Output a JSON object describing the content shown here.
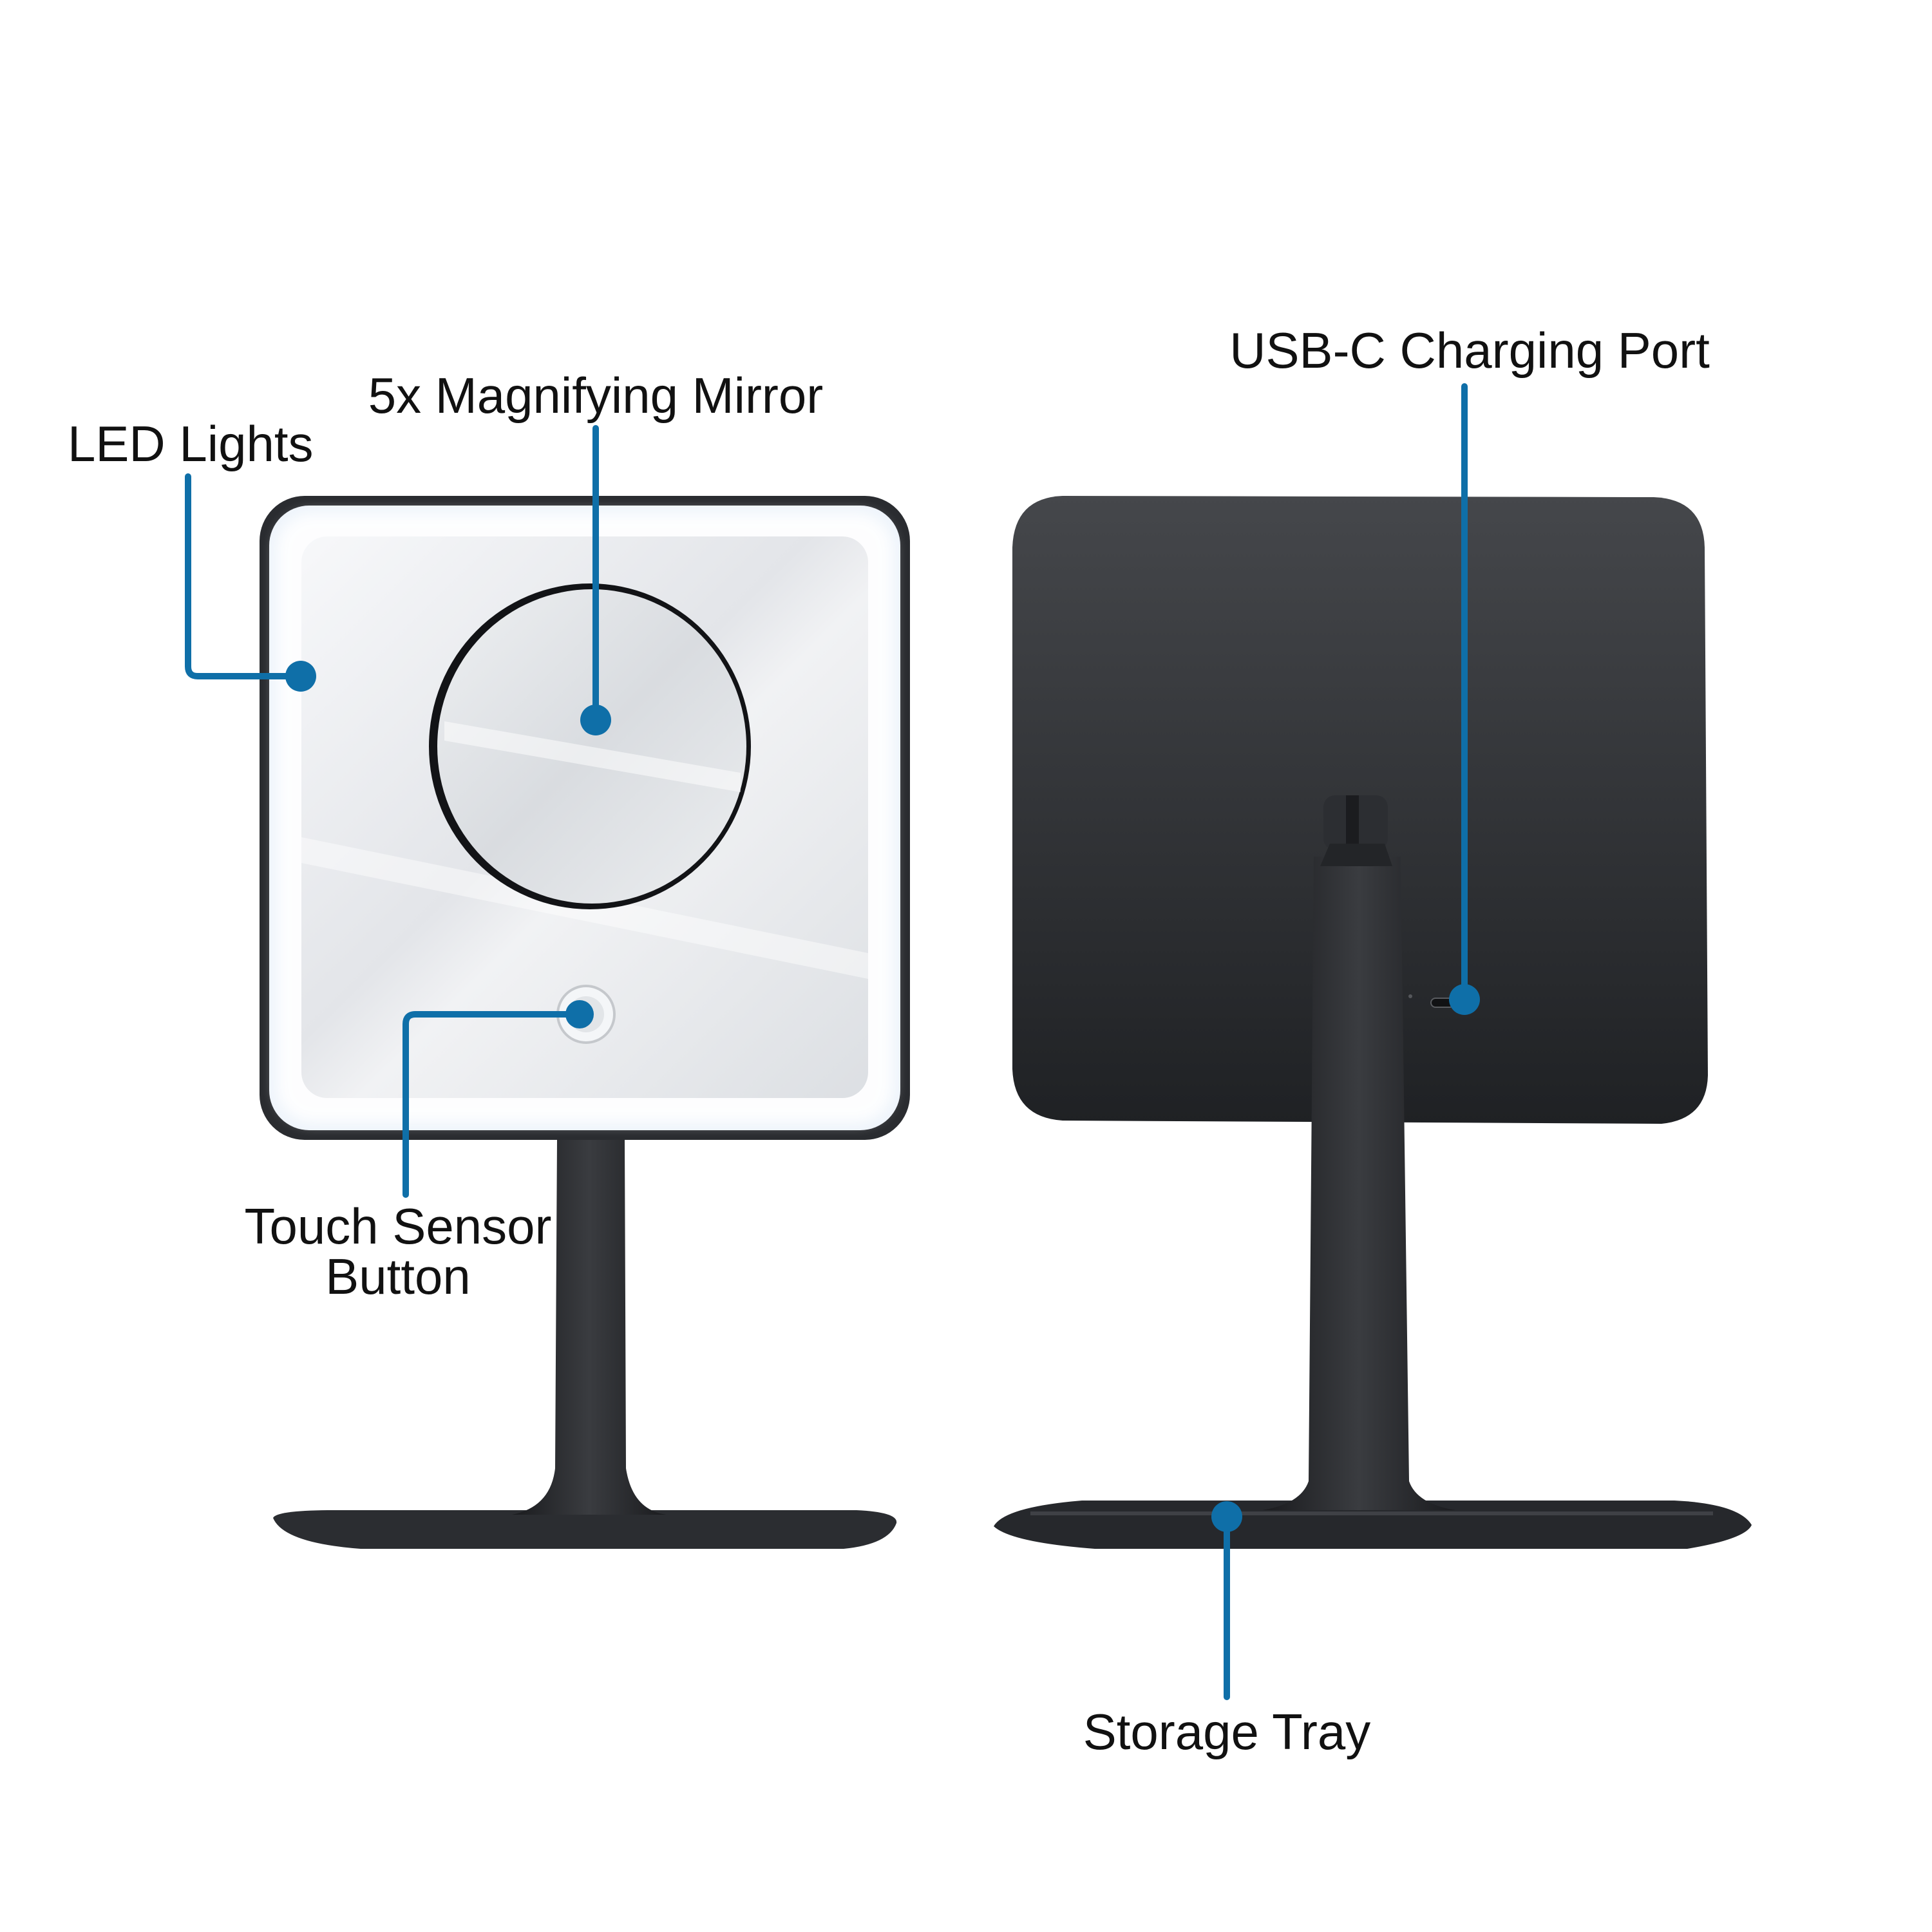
{
  "callouts": {
    "led_lights": "LED Lights",
    "magnifying_mirror": "5x Magnifying Mirror",
    "touch_sensor_line1": "Touch Sensor",
    "touch_sensor_line2": "Button",
    "usb_c_port": "USB-C Charging Port",
    "storage_tray": "Storage Tray"
  },
  "colors": {
    "callout_accent": "#0f6fa8",
    "mirror_body": "#2a2c30",
    "mirror_back": "#34363a",
    "led_glow": "#eef4fb",
    "mirror_glass": "#e7e9ec"
  },
  "icons": {
    "callout_marker": "dot"
  }
}
